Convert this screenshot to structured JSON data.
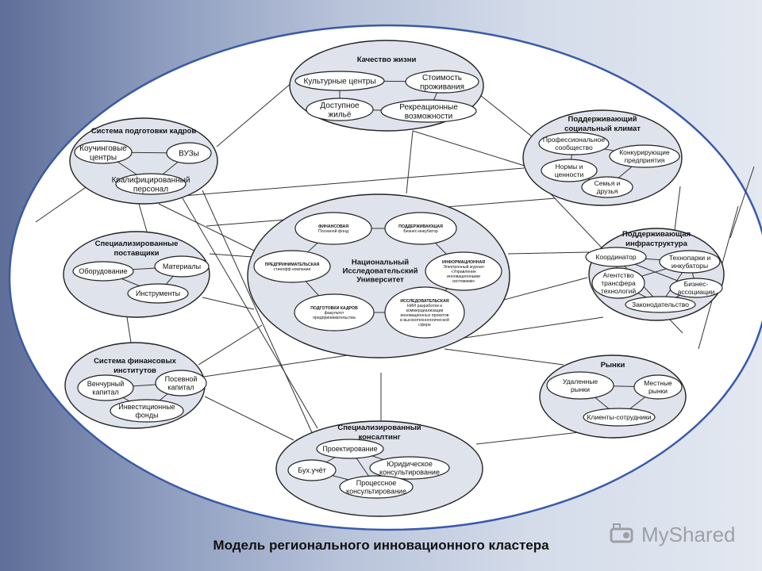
{
  "caption": "Модель регионального инновационного кластера",
  "logo": "MyShared",
  "colors": {
    "big_ellipse": "#ffffff",
    "cluster_fill": "#dfe3ec",
    "node_fill": "#ffffff",
    "stroke": "#222222",
    "big_border": "#3a5aa8"
  },
  "clusters": [
    {
      "id": "quality",
      "title": [
        "Качество жизни"
      ],
      "items": [
        {
          "lines": [
            "Культурные центры"
          ]
        },
        {
          "lines": [
            "Стоимость",
            "проживания"
          ]
        },
        {
          "lines": [
            "Доступное",
            "жильё"
          ]
        },
        {
          "lines": [
            "Рекреационные",
            "возможности"
          ]
        }
      ]
    },
    {
      "id": "training",
      "title": [
        "Система подготовки кадров"
      ],
      "items": [
        {
          "lines": [
            "Коучинговые",
            "центры"
          ]
        },
        {
          "lines": [
            "ВУЗы"
          ]
        },
        {
          "lines": [
            "Квалифицированный",
            "персонал"
          ]
        }
      ]
    },
    {
      "id": "climate",
      "title": [
        "Поддерживающий",
        "социальный климат"
      ],
      "items": [
        {
          "lines": [
            "Профессиональное",
            "сообщество"
          ]
        },
        {
          "lines": [
            "Конкурирующие",
            "предприятия"
          ]
        },
        {
          "lines": [
            "Нормы и",
            "ценности"
          ]
        },
        {
          "lines": [
            "Семья и",
            "друзья"
          ]
        }
      ]
    },
    {
      "id": "suppliers",
      "title": [
        "Специализированные",
        "поставщики"
      ],
      "items": [
        {
          "lines": [
            "Материалы"
          ]
        },
        {
          "lines": [
            "Оборудование"
          ]
        },
        {
          "lines": [
            "Инструменты"
          ]
        }
      ]
    },
    {
      "id": "university",
      "title": [],
      "center": [
        "Национальный",
        "Исследовательский",
        "Университет"
      ],
      "items": [
        {
          "lines": [
            "ФИНАНСОВАЯ",
            "Посевной фонд"
          ]
        },
        {
          "lines": [
            "ПОДДЕРЖИВАЮЩАЯ",
            "Бизнес-инкубатор"
          ]
        },
        {
          "lines": [
            "ПРЕДПРИНИМАТЕЛЬСКАЯ",
            "стинофф компании"
          ]
        },
        {
          "lines": [
            "ИНФОРМАЦИОННАЯ",
            "Электронный журнал",
            "«Управление",
            "инновационными",
            "системами»"
          ]
        },
        {
          "lines": [
            "ПОДГОТОВКИ КАДРОВ",
            "факультет",
            "предпринимательства"
          ]
        },
        {
          "lines": [
            "ИССЛЕДОВАТЕЛЬСКАЯ",
            "НИИ разработки и",
            "коммерциализации",
            "инновационных проектов",
            "в высокотехнологической",
            "сфере"
          ]
        }
      ]
    },
    {
      "id": "infra",
      "title": [
        "Поддерживающая",
        "инфраструктура"
      ],
      "items": [
        {
          "lines": [
            "Координатор"
          ]
        },
        {
          "lines": [
            "Технопарки и",
            "инкубаторы"
          ]
        },
        {
          "lines": [
            "Агентство",
            "трансфера",
            "технологий"
          ]
        },
        {
          "lines": [
            "Бизнес-",
            "ассоциации"
          ]
        },
        {
          "lines": [
            "Законодательство"
          ]
        }
      ]
    },
    {
      "id": "finance",
      "title": [
        "Система финансовых",
        "институтов"
      ],
      "items": [
        {
          "lines": [
            "Венчурный",
            "капитал"
          ]
        },
        {
          "lines": [
            "Посевной",
            "капитал"
          ]
        },
        {
          "lines": [
            "Инвестиционные",
            "фонды"
          ]
        }
      ]
    },
    {
      "id": "markets",
      "title": [
        "Рынки"
      ],
      "items": [
        {
          "lines": [
            "Удаленные",
            "рынки"
          ]
        },
        {
          "lines": [
            "Местные",
            "рынки"
          ]
        },
        {
          "lines": [
            "Клиенты-сотрудники"
          ]
        }
      ]
    },
    {
      "id": "consulting",
      "title": [
        "Специализированный",
        "консалтинг"
      ],
      "items": [
        {
          "lines": [
            "Проектирование"
          ]
        },
        {
          "lines": [
            "Юридическое",
            "консультирование"
          ]
        },
        {
          "lines": [
            "Бух.учёт"
          ]
        },
        {
          "lines": [
            "Процессное",
            "консультирование"
          ]
        }
      ]
    }
  ]
}
